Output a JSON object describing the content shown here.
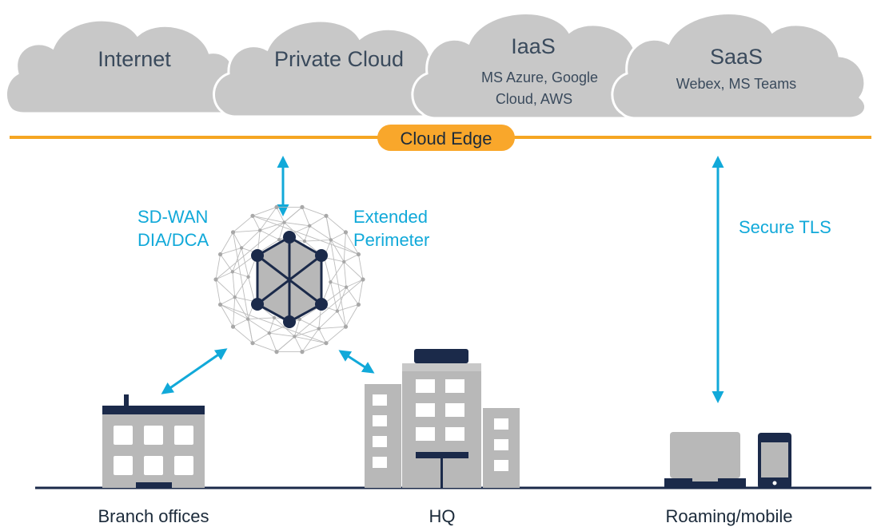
{
  "clouds": {
    "internet": {
      "title": "Internet"
    },
    "private_cloud": {
      "title": "Private Cloud"
    },
    "iaas": {
      "title": "IaaS",
      "line1": "MS Azure, Google",
      "line2": "Cloud, AWS"
    },
    "saas": {
      "title": "SaaS",
      "line1": "Webex, MS Teams"
    }
  },
  "cloud_edge": {
    "label": "Cloud Edge"
  },
  "perimeter": {
    "left_line1": "SD-WAN",
    "left_line2": "DIA/DCA",
    "right_line1": "Extended",
    "right_line2": "Perimeter"
  },
  "secure_tls": {
    "label": "Secure TLS"
  },
  "sites": {
    "branch": "Branch offices",
    "hq": "HQ",
    "roaming": "Roaming/mobile"
  },
  "colors": {
    "cloud_fill": "#c8c8c8",
    "cloud_stroke": "#ffffff",
    "edge_line": "#f5a623",
    "edge_pill": "#f9a72b",
    "arrow": "#11a9d9",
    "navy": "#1b2a4a",
    "building": "#b8b8b8",
    "mesh": "#b0b0b0"
  }
}
